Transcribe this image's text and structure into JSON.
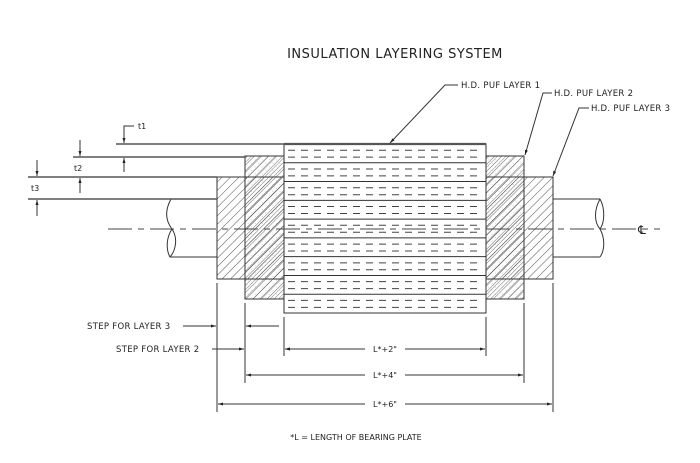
{
  "title": "INSULATION LAYERING SYSTEM",
  "callouts": {
    "layer1": "H.D. PUF LAYER 1",
    "layer2": "H.D. PUF LAYER 2",
    "layer3": "H.D. PUF LAYER 3"
  },
  "thickness_labels": {
    "t1": "t1",
    "t2": "t2",
    "t3": "t3"
  },
  "step_labels": {
    "layer3": "STEP FOR LAYER 3",
    "layer2": "STEP FOR LAYER 2"
  },
  "dimensions": {
    "layer1_length": "L*+2\"",
    "layer2_length": "L*+4\"",
    "layer3_length": "L*+6\""
  },
  "centerline_symbol": "℄",
  "footnote": "*L = LENGTH OF BEARING PLATE",
  "colors": {
    "line": "#333333",
    "background": "#ffffff"
  }
}
